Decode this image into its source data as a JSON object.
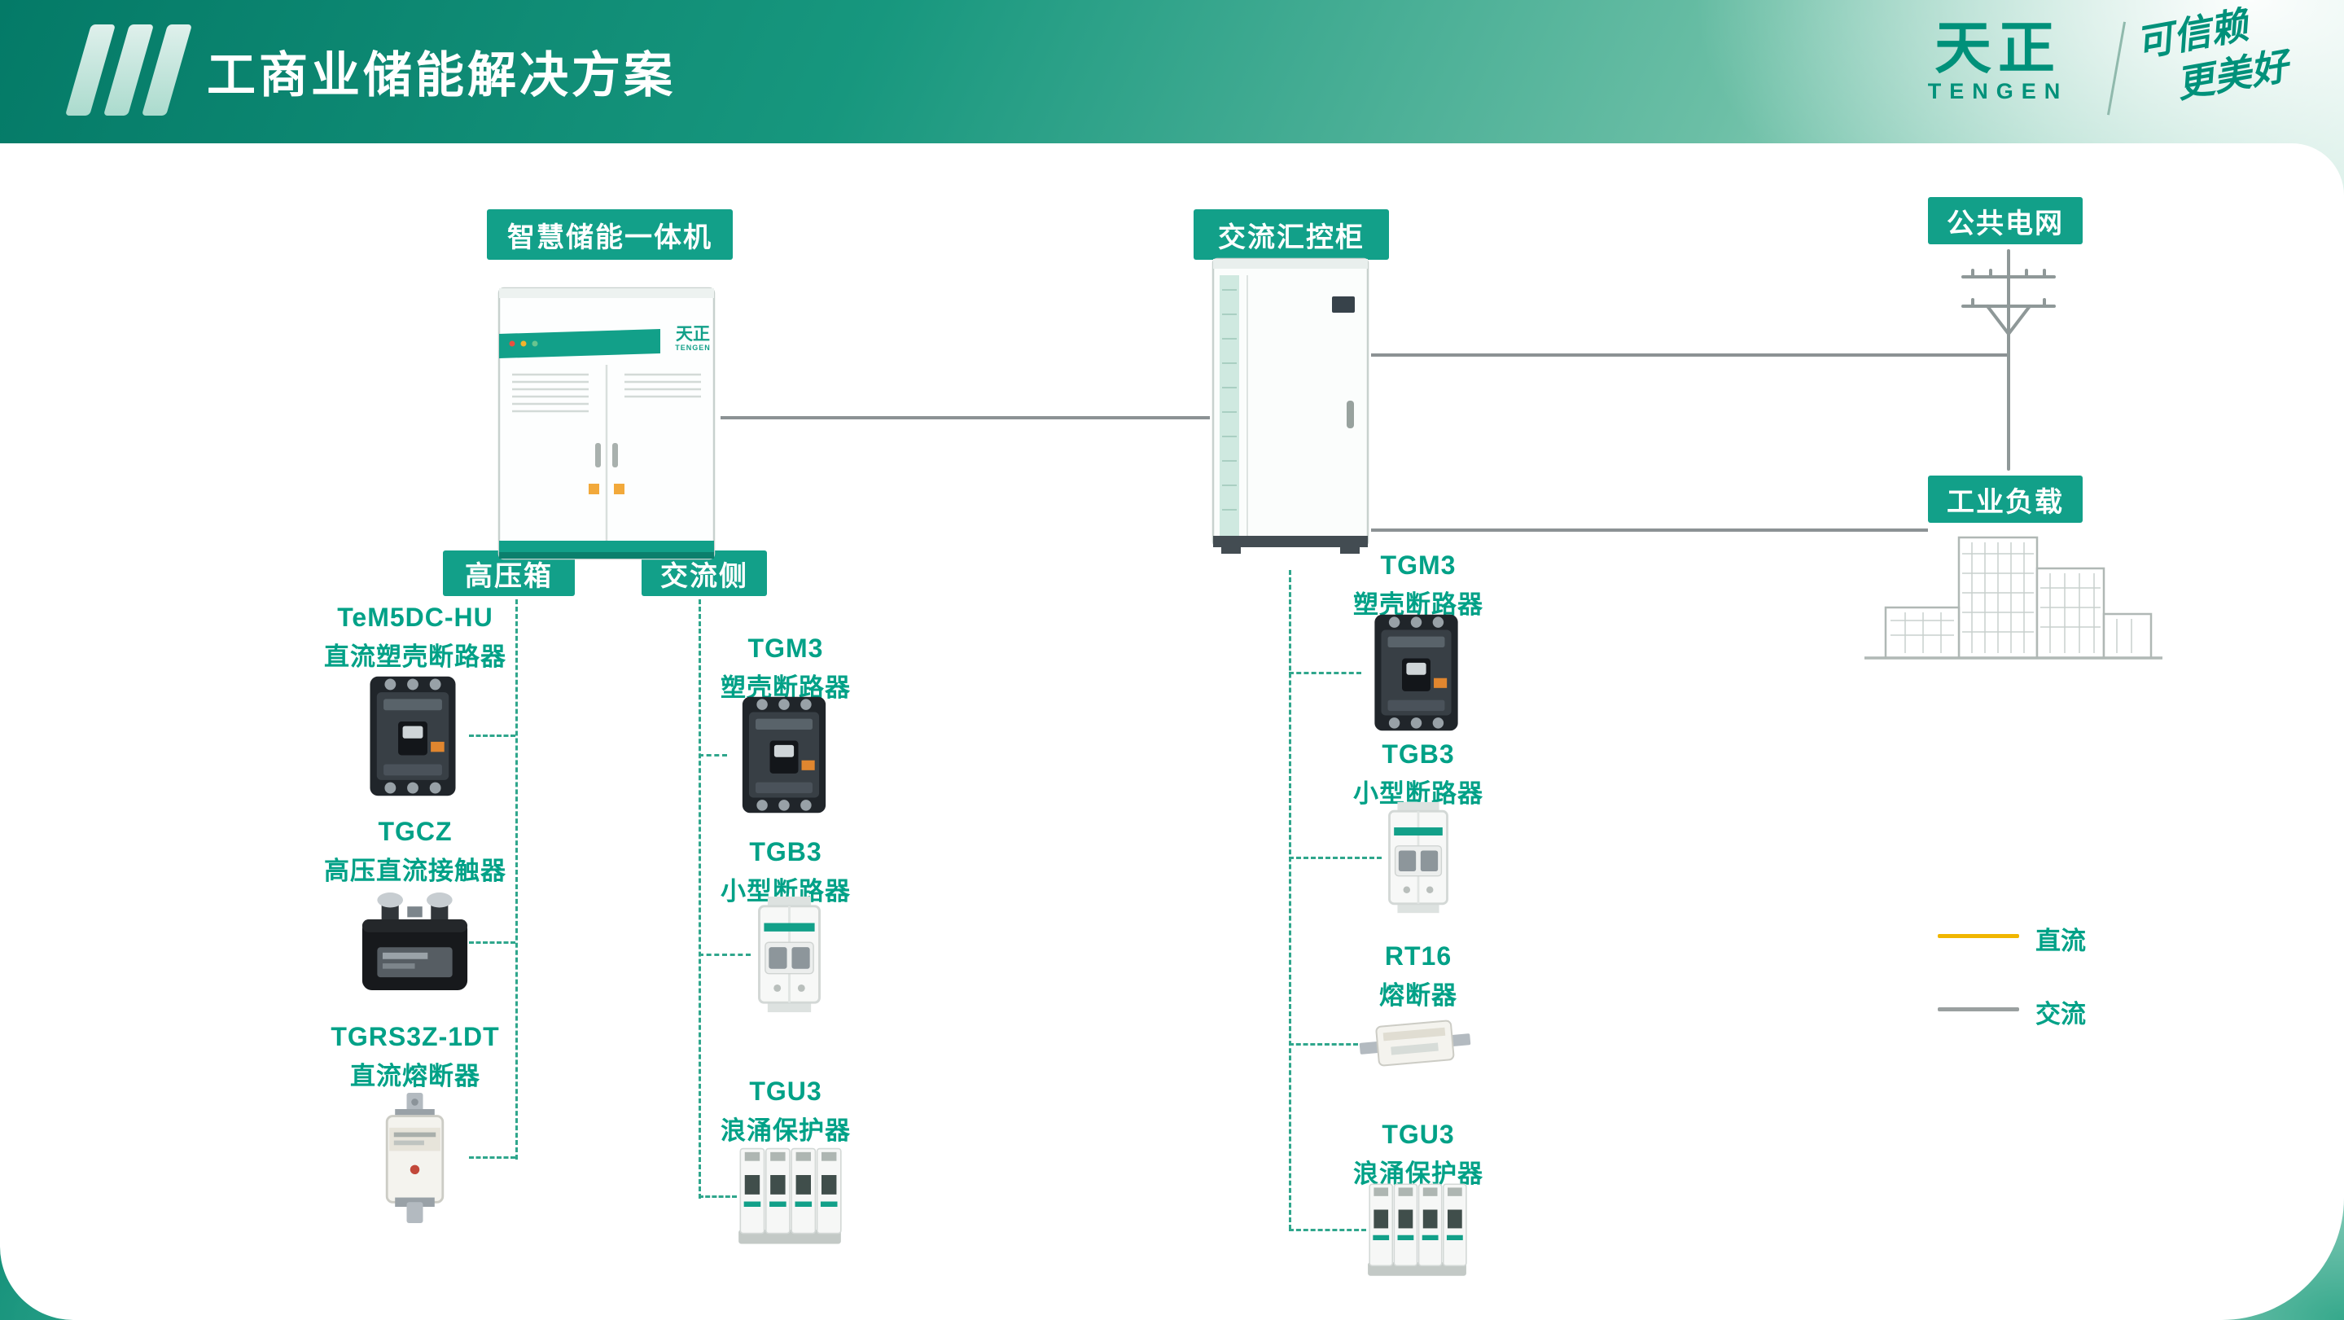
{
  "colors": {
    "teal": "#12A089",
    "text_green": "#00A187",
    "dc_yellow": "#F0B600",
    "ac_gray": "#9AA0A0",
    "wire_gray": "#8C9294"
  },
  "icons": {
    "title_mark": "triple-slanted-bars",
    "grid_icon": "utility-pole",
    "load_icon": "industrial-buildings"
  },
  "header": {
    "title": "工商业储能解决方案",
    "logo_cn": "天正",
    "logo_en": "TENGEN",
    "slogan_line1": "可信赖",
    "slogan_line2": "更美好"
  },
  "labels": {
    "ess": "智慧储能一体机",
    "ac_cabinet": "交流汇控柜",
    "grid": "公共电网",
    "load": "工业负载",
    "hv_box": "高压箱",
    "ac_side": "交流侧"
  },
  "cabinet_logo": {
    "cn": "天正",
    "en": "TENGEN"
  },
  "hv_items": [
    {
      "model": "TeM5DC-HU",
      "name": "直流塑壳断路器"
    },
    {
      "model": "TGCZ",
      "name": "高压直流接触器"
    },
    {
      "model": "TGRS3Z-1DT",
      "name": "直流熔断器"
    }
  ],
  "ac_items": [
    {
      "model": "TGM3",
      "name": "塑壳断路器"
    },
    {
      "model": "TGB3",
      "name": "小型断路器"
    },
    {
      "model": "TGU3",
      "name": "浪涌保护器"
    }
  ],
  "cab_items": [
    {
      "model": "TGM3",
      "name": "塑壳断路器"
    },
    {
      "model": "TGB3",
      "name": "小型断路器"
    },
    {
      "model": "RT16",
      "name": "熔断器"
    },
    {
      "model": "TGU3",
      "name": "浪涌保护器"
    }
  ],
  "legend": [
    {
      "label": "直流",
      "color": "#F0B600"
    },
    {
      "label": "交流",
      "color": "#9AA0A0"
    }
  ]
}
